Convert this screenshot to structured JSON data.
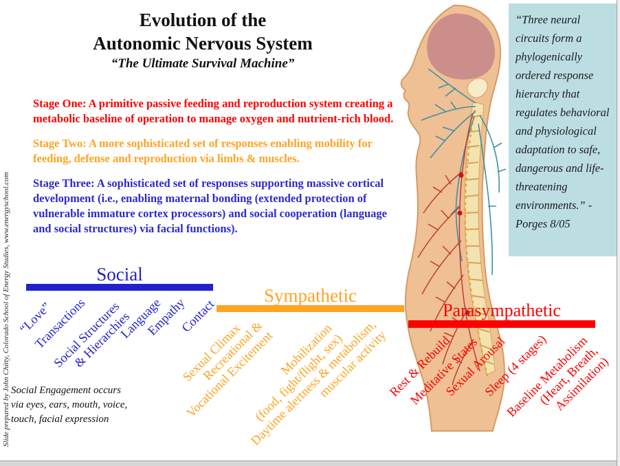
{
  "title": {
    "line1": "Evolution of the",
    "line2": "Autonomic Nervous System",
    "subtitle": "“The Ultimate Survival Machine”"
  },
  "stages": [
    {
      "name": "Stage One",
      "color": "#fb0200",
      "text": "Stage One: A primitive passive feeding and reproduction system creating a metabolic baseline of operation to manage oxygen and nutrient-rich blood."
    },
    {
      "name": "Stage Two",
      "color": "#ffa321",
      "text": "Stage Two: A more sophisticated set of responses enabling mobility for feeding, defense and reproduction via limbs & muscles."
    },
    {
      "name": "Stage Three",
      "color": "#2a2ad0",
      "text": "Stage Three: A sophisticated set of responses supporting massive cortical development (i.e., enabling maternal bonding (extended protection of vulnerable immature cortex processors) and social cooperation (language and social structures) via facial functions)."
    }
  ],
  "quote": {
    "text": "“Three neural circuits form a phylogenically ordered response hierarchy that regulates behavioral and physiological adaptation to safe, dangerous and life-threatening environments.” -Porges 8/05",
    "background": "#bcdee3"
  },
  "credit": "Slide prepared by John Chitty, Colorado School of Energy Studies, www.energyschool.com",
  "note": "Social Engagement occurs via eyes, ears, mouth, voice, touch, facial expression",
  "sections": [
    {
      "label": "Social",
      "color": "#2222cc",
      "items": [
        "“Love”",
        "Transactions",
        "Social Structures\n& Hierarchies",
        "Language",
        "Empathy",
        "Contact"
      ]
    },
    {
      "label": "Sympathetic",
      "color": "#ffa321",
      "items": [
        "Sexual Climax",
        "Recreational &\nVocational Excitement",
        "Mobilization\n(food, fight/flight, sex)",
        "Daytime alertness & metabolism,\nmuscular activity"
      ]
    },
    {
      "label": "Parasympathetic",
      "color": "#fb0200",
      "items": [
        "Rest & Rebuild",
        "Meditative States",
        "Sexual Arousal",
        "Sleep (4 stages)",
        "Baseline Metabolism\n(Heart, Breath,\nAssimilation)"
      ]
    }
  ],
  "illustration": {
    "description": "human torso side profile with spine and autonomic nerve branches"
  }
}
